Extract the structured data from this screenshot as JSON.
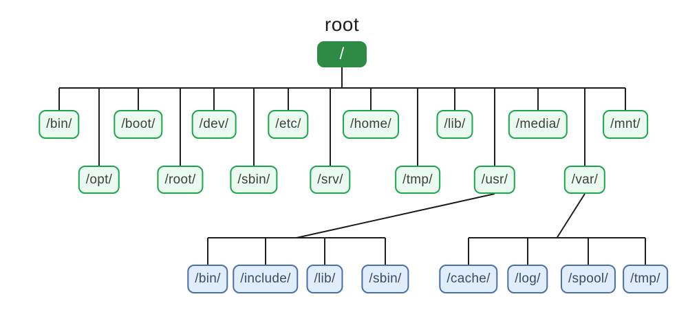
{
  "title": {
    "label": "root"
  },
  "colors": {
    "background": "#ffffff",
    "root_fill": "#2e8b46",
    "root_text": "#ffffff",
    "green_fill": "#eafaf0",
    "green_border": "#1ca64c",
    "green_text": "#3f3f3f",
    "blue_fill": "#e0eefc",
    "blue_border": "#4b6ea9",
    "blue_text": "#3b4a60",
    "line": "#1d1d1d"
  },
  "nodes": [
    {
      "id": "root",
      "label": "/",
      "style": "root",
      "parent": null
    },
    {
      "id": "bin",
      "label": "/bin/",
      "style": "green",
      "parent": "root"
    },
    {
      "id": "boot",
      "label": "/boot/",
      "style": "green",
      "parent": "root"
    },
    {
      "id": "dev",
      "label": "/dev/",
      "style": "green",
      "parent": "root"
    },
    {
      "id": "etc",
      "label": "/etc/",
      "style": "green",
      "parent": "root"
    },
    {
      "id": "home",
      "label": "/home/",
      "style": "green",
      "parent": "root"
    },
    {
      "id": "lib",
      "label": "/lib/",
      "style": "green",
      "parent": "root"
    },
    {
      "id": "media",
      "label": "/media/",
      "style": "green",
      "parent": "root"
    },
    {
      "id": "mnt",
      "label": "/mnt/",
      "style": "green",
      "parent": "root"
    },
    {
      "id": "opt",
      "label": "/opt/",
      "style": "green",
      "parent": "root"
    },
    {
      "id": "root-dir",
      "label": "/root/",
      "style": "green",
      "parent": "root"
    },
    {
      "id": "sbin",
      "label": "/sbin/",
      "style": "green",
      "parent": "root"
    },
    {
      "id": "srv",
      "label": "/srv/",
      "style": "green",
      "parent": "root"
    },
    {
      "id": "tmp",
      "label": "/tmp/",
      "style": "green",
      "parent": "root"
    },
    {
      "id": "usr",
      "label": "/usr/",
      "style": "green",
      "parent": "root"
    },
    {
      "id": "var",
      "label": "/var/",
      "style": "green",
      "parent": "root"
    },
    {
      "id": "usr-bin",
      "label": "/bin/",
      "style": "blue",
      "parent": "usr"
    },
    {
      "id": "usr-include",
      "label": "/include/",
      "style": "blue",
      "parent": "usr"
    },
    {
      "id": "usr-lib",
      "label": "/lib/",
      "style": "blue",
      "parent": "usr"
    },
    {
      "id": "usr-sbin",
      "label": "/sbin/",
      "style": "blue",
      "parent": "usr"
    },
    {
      "id": "var-cache",
      "label": "/cache/",
      "style": "blue",
      "parent": "var"
    },
    {
      "id": "var-log",
      "label": "/log/",
      "style": "blue",
      "parent": "var"
    },
    {
      "id": "var-spool",
      "label": "/spool/",
      "style": "blue",
      "parent": "var"
    },
    {
      "id": "var-tmp",
      "label": "/tmp/",
      "style": "blue",
      "parent": "var"
    }
  ]
}
